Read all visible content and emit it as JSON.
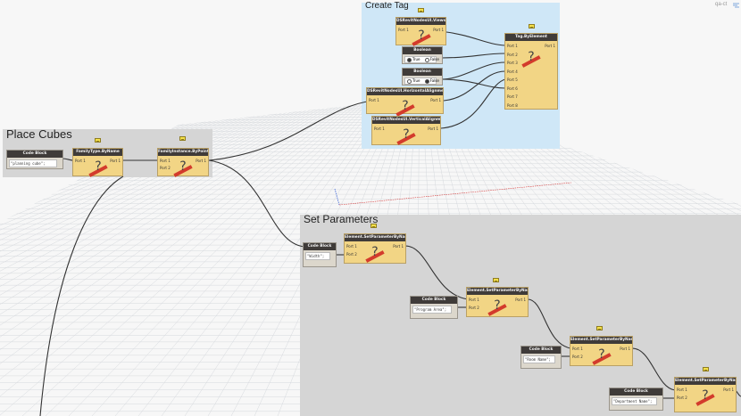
{
  "groups": {
    "place_cubes": {
      "title": "Place Cubes",
      "color": "#d5d5d5"
    },
    "create_tag": {
      "title": "Create Tag",
      "color": "#cfe7f7"
    },
    "set_parameters": {
      "title": "Set Parameters",
      "color": "#d5d5d5"
    }
  },
  "nodes": {
    "code_block_1": {
      "title": "Code Block",
      "code": "\"planning cube\";"
    },
    "family_type": {
      "title": "FamilyType.ByName",
      "port1": "Port 1",
      "out1": "Port 1"
    },
    "family_instance": {
      "title": "FamilyInstance.ByPoint",
      "port1": "Port 1",
      "port2": "Port 2",
      "out1": "Port 1"
    },
    "views": {
      "title": "DSRevitNodesUI.Views",
      "port1": "Port 1",
      "out1": "Port 1"
    },
    "boolean_1": {
      "title": "Boolean",
      "true_label": "True",
      "false_label": "False",
      "selected": "True"
    },
    "boolean_2": {
      "title": "Boolean",
      "true_label": "True",
      "false_label": "False",
      "selected": "False"
    },
    "h_align": {
      "title": "DSRevitNodesUI.HorizontalAlignment",
      "port1": "Port 1",
      "out1": "Port 1"
    },
    "v_align": {
      "title": "DSRevitNodesUI.VerticalAlignment",
      "port1": "Port 1",
      "out1": "Port 1"
    },
    "tag_by_element": {
      "title": "Tag.ByElement",
      "ports": [
        "Port 1",
        "Port 2",
        "Port 3",
        "Port 4",
        "Port 5",
        "Port 6",
        "Port 7",
        "Port 8"
      ],
      "out1": "Port 1"
    },
    "code_width": {
      "title": "Code Block",
      "code": "\"Width\";"
    },
    "set_param_1": {
      "title": "Element.SetParameterByName",
      "port1": "Port 1",
      "port2": "Port 2",
      "out1": "Port 1"
    },
    "code_program": {
      "title": "Code Block",
      "code": "\"Program Area\";"
    },
    "set_param_2": {
      "title": "Element.SetParameterByName",
      "port1": "Port 1",
      "port2": "Port 2",
      "out1": "Port 1"
    },
    "code_room": {
      "title": "Code Block",
      "code": "\"Room Name\";"
    },
    "set_param_3": {
      "title": "Element.SetParameterByName",
      "port1": "Port 1",
      "port2": "Port 2",
      "out1": "Port 1"
    },
    "code_dept": {
      "title": "Code Block",
      "code": "\"Department Name\";"
    },
    "set_param_4": {
      "title": "Element.SetParameterByName",
      "port1": "Port 1",
      "port2": "Port 2",
      "out1": "Port 1"
    }
  },
  "toolbar": {
    "logo": "qa-ct"
  },
  "colors": {
    "node_body": "#f2d585",
    "node_header": "#3f3b39",
    "warning": "#d33b2c",
    "wire": "#333333",
    "note": "#f4e04a"
  },
  "icons": [
    "warning-question-icon",
    "note-icon",
    "layout-icon"
  ]
}
